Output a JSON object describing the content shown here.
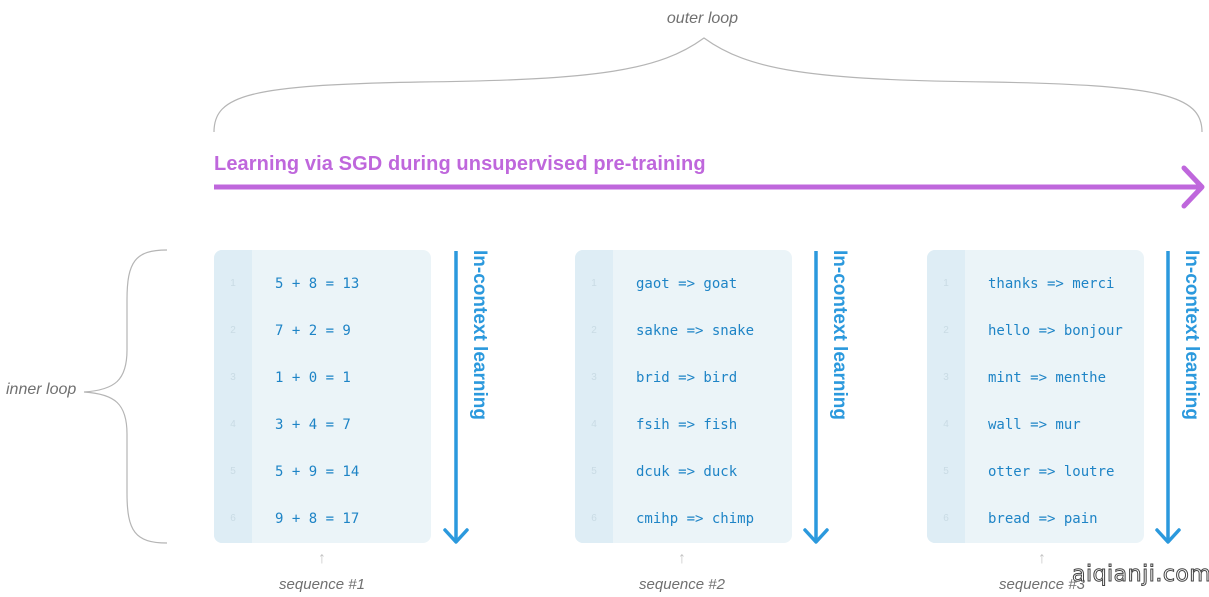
{
  "outer_loop": {
    "label": "outer loop"
  },
  "inner_loop": {
    "label": "inner loop"
  },
  "sgd": {
    "title": "Learning via SGD during unsupervised pre-training",
    "color": "#bf67dc"
  },
  "in_context": {
    "label": "In-context learning",
    "color": "#2b99dd"
  },
  "sequences": [
    {
      "label": "sequence #1",
      "lines": [
        {
          "n": "1",
          "text": "5 + 8 = 13"
        },
        {
          "n": "2",
          "text": "7 + 2 = 9"
        },
        {
          "n": "3",
          "text": "1 + 0 = 1"
        },
        {
          "n": "4",
          "text": "3 + 4 = 7"
        },
        {
          "n": "5",
          "text": "5 + 9 = 14"
        },
        {
          "n": "6",
          "text": "9 + 8 = 17"
        }
      ]
    },
    {
      "label": "sequence #2",
      "lines": [
        {
          "n": "1",
          "text": "gaot => goat"
        },
        {
          "n": "2",
          "text": "sakne => snake"
        },
        {
          "n": "3",
          "text": "brid => bird"
        },
        {
          "n": "4",
          "text": "fsih => fish"
        },
        {
          "n": "5",
          "text": "dcuk => duck"
        },
        {
          "n": "6",
          "text": "cmihp => chimp"
        }
      ]
    },
    {
      "label": "sequence #3",
      "lines": [
        {
          "n": "1",
          "text": "thanks => merci"
        },
        {
          "n": "2",
          "text": "hello => bonjour"
        },
        {
          "n": "3",
          "text": "mint => menthe"
        },
        {
          "n": "4",
          "text": "wall => mur"
        },
        {
          "n": "5",
          "text": "otter => loutre"
        },
        {
          "n": "6",
          "text": "bread => pain"
        }
      ]
    }
  ],
  "arrow_up_glyph": "↑",
  "watermark": "aiqianji.com"
}
